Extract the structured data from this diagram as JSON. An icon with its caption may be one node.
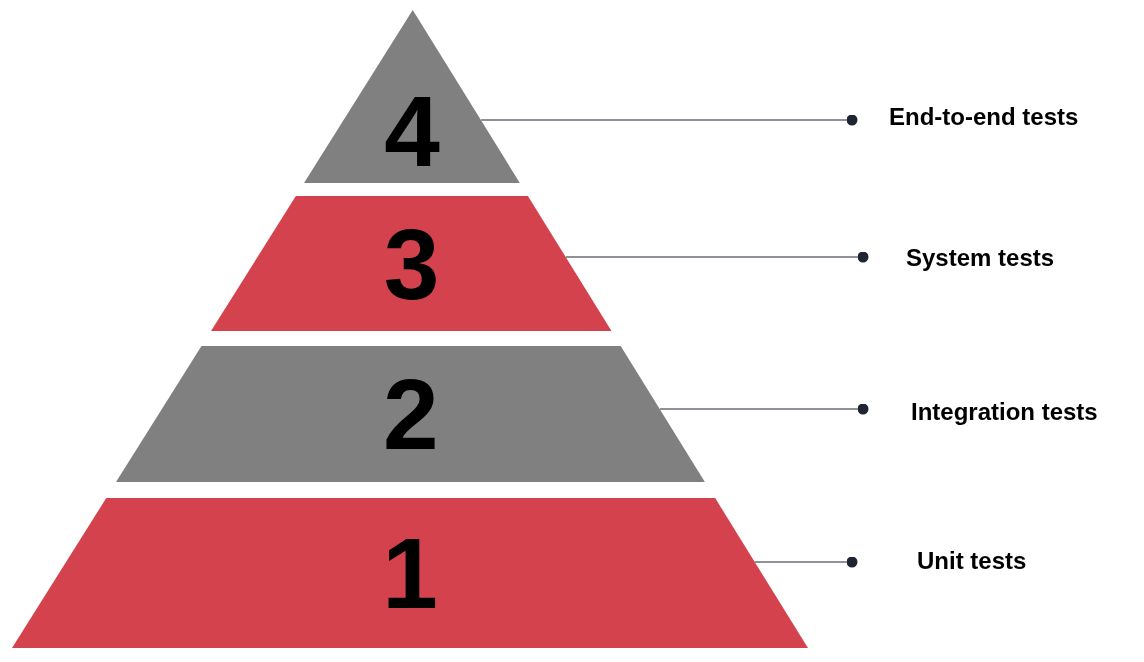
{
  "diagram": {
    "nodes": [
      {
        "text": [
          "4"
        ]
      },
      {
        "text": [
          "3"
        ]
      },
      {
        "text": [
          "2"
        ]
      },
      {
        "text": [
          "1"
        ]
      },
      {
        "text": [
          "End-to-end tests"
        ]
      },
      {
        "text": [
          "System tests"
        ]
      },
      {
        "text": [
          "Integration tests"
        ]
      },
      {
        "text": [
          "Unit tests"
        ]
      }
    ],
    "edges": [
      {
        "from": 0,
        "to": 4,
        "arrow": "other"
      },
      {
        "from": 1,
        "to": 5,
        "arrow": "other"
      },
      {
        "from": 2,
        "to": 6,
        "arrow": "other"
      },
      {
        "from": 3,
        "to": 7,
        "arrow": "other"
      }
    ]
  }
}
